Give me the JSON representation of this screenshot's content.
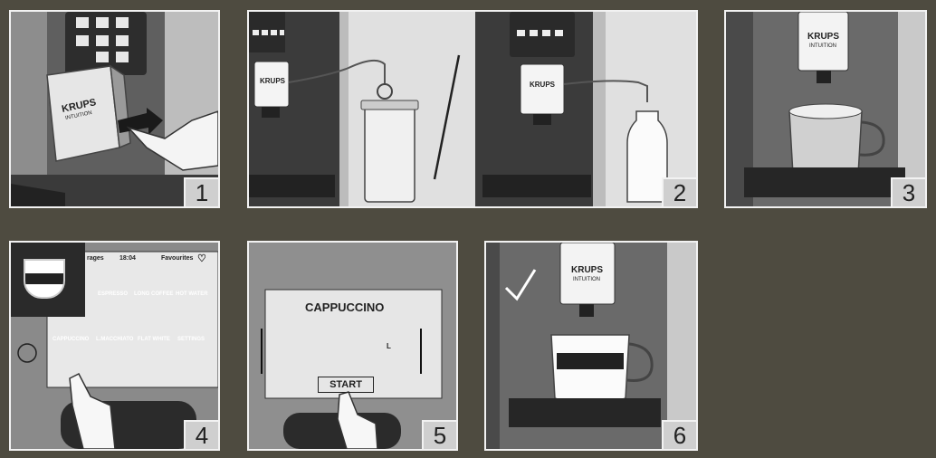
{
  "brand": {
    "name": "KRUPS",
    "sub": "INTUITION"
  },
  "steps": [
    {
      "number": "1"
    },
    {
      "number": "2"
    },
    {
      "number": "3"
    },
    {
      "number": "4"
    },
    {
      "number": "5"
    },
    {
      "number": "6"
    }
  ],
  "step4_screen": {
    "header_left": "rages",
    "time": "18:04",
    "favourites": "Favourites",
    "tiles": [
      "ESPRESSO",
      "LONG COFFEE",
      "HOT WATER",
      "CAPPUCCINO",
      "L.MACCHIATO",
      "FLAT WHITE",
      "SETTINGS"
    ]
  },
  "step5_screen": {
    "title": "CAPPUCCINO",
    "start": "START",
    "size_label": "L"
  }
}
